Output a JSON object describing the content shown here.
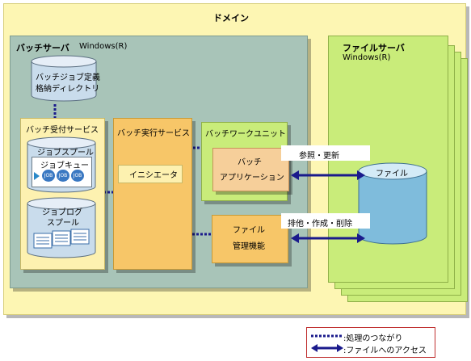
{
  "domain": {
    "title": "ドメイン"
  },
  "batch_server": {
    "name": "バッチサーバ",
    "os": "Windows(R)"
  },
  "job_def_dir": {
    "line1": "バッチジョブ定義",
    "line2": "格納ディレクトリ"
  },
  "reception": {
    "title": "バッチ受付サービス",
    "job_spool": "ジョブスプール",
    "job_queue": "ジョブキュー",
    "job_token": "JOB",
    "log_spool_line1": "ジョブログ",
    "log_spool_line2": "スプール"
  },
  "execution": {
    "title": "バッチ実行サービス",
    "initiator": "イニシエータ"
  },
  "work_unit": {
    "title": "バッチワークユニット",
    "app_line1": "バッチ",
    "app_line2": "アプリケーション"
  },
  "file_mgmt": {
    "line1": "ファイル",
    "line2": "管理機能"
  },
  "access": {
    "ref_update": "参照・更新",
    "exclusive": "排他・作成・削除"
  },
  "file_server": {
    "name": "ファイルサーバ",
    "os": "Windows(R)",
    "file_label": "ファイル"
  },
  "legend": {
    "process_link": ":処理のつながり",
    "file_access": ":ファイルへのアクセス"
  },
  "colors": {
    "domain_bg": "#fdf6b3",
    "server_bg": "#a8c4b8",
    "green": "#c9ec7a",
    "orange": "#f7c668",
    "cream": "#fdf1b0",
    "peach": "#f6cf9a",
    "navy": "#1a1a8c"
  }
}
